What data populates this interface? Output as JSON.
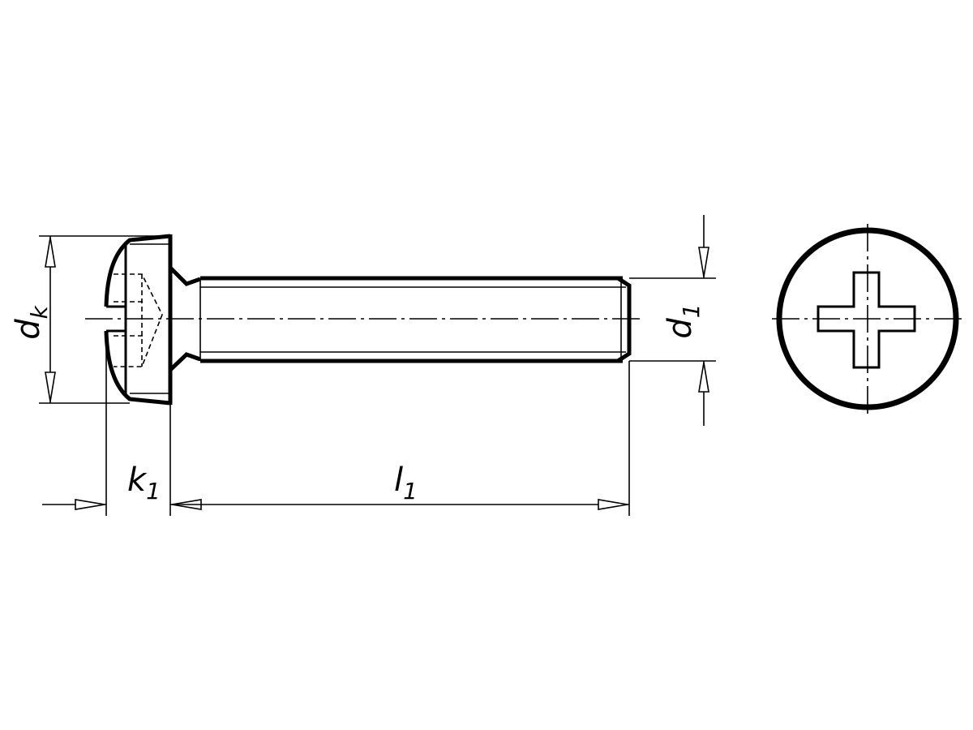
{
  "labels": {
    "head_diameter": "d",
    "head_diameter_sub": "k",
    "head_height": "k",
    "head_height_sub": "1",
    "length": "l",
    "length_sub": "1",
    "thread_diameter": "d",
    "thread_diameter_sub": "1"
  },
  "colors": {
    "line": "#000000",
    "background": "#ffffff"
  }
}
